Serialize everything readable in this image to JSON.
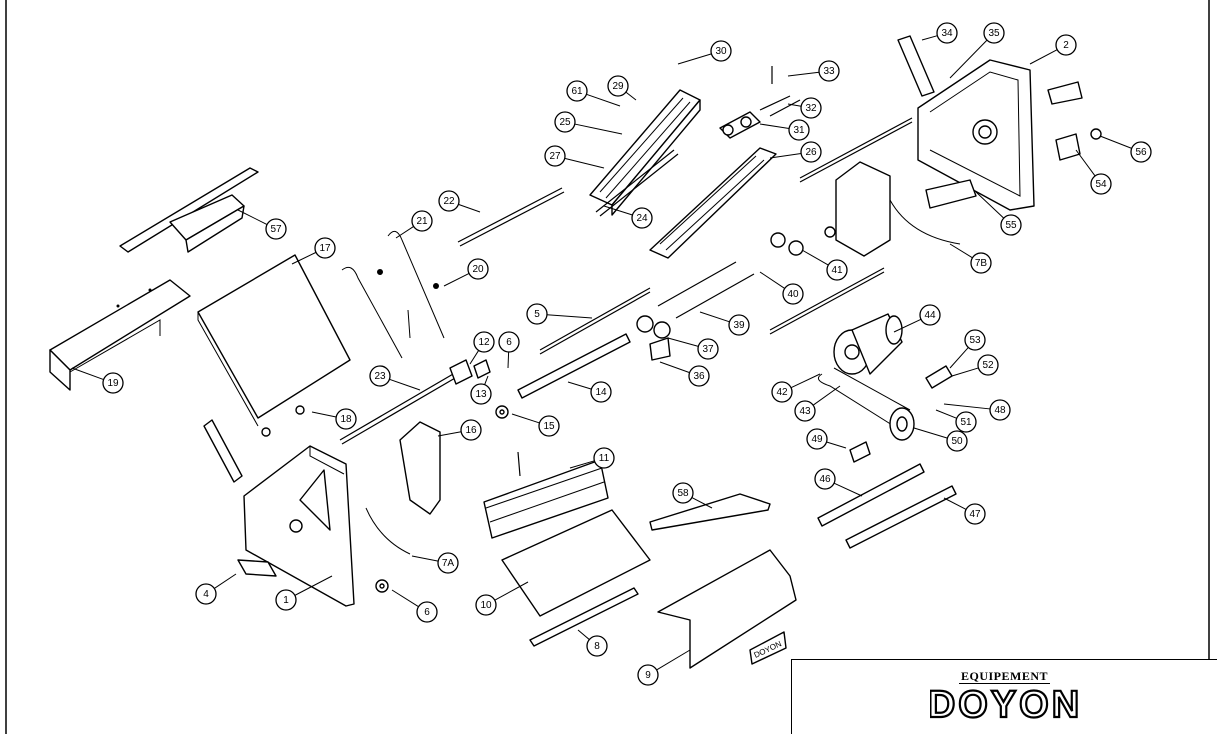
{
  "callouts": [
    {
      "label": "30"
    },
    {
      "label": "29"
    },
    {
      "label": "61"
    },
    {
      "label": "25"
    },
    {
      "label": "27"
    },
    {
      "label": "24"
    },
    {
      "label": "26"
    },
    {
      "label": "33"
    },
    {
      "label": "32"
    },
    {
      "label": "31"
    },
    {
      "label": "34"
    },
    {
      "label": "35"
    },
    {
      "label": "2"
    },
    {
      "label": "56"
    },
    {
      "label": "54"
    },
    {
      "label": "55"
    },
    {
      "label": "7B"
    },
    {
      "label": "41"
    },
    {
      "label": "40"
    },
    {
      "label": "39"
    },
    {
      "label": "37"
    },
    {
      "label": "36"
    },
    {
      "label": "44"
    },
    {
      "label": "53"
    },
    {
      "label": "52"
    },
    {
      "label": "42"
    },
    {
      "label": "43"
    },
    {
      "label": "48"
    },
    {
      "label": "51"
    },
    {
      "label": "50"
    },
    {
      "label": "49"
    },
    {
      "label": "46"
    },
    {
      "label": "47"
    },
    {
      "label": "57"
    },
    {
      "label": "22"
    },
    {
      "label": "21"
    },
    {
      "label": "20"
    },
    {
      "label": "17"
    },
    {
      "label": "19"
    },
    {
      "label": "5"
    },
    {
      "label": "12"
    },
    {
      "label": "6"
    },
    {
      "label": "23"
    },
    {
      "label": "13"
    },
    {
      "label": "14"
    },
    {
      "label": "18"
    },
    {
      "label": "15"
    },
    {
      "label": "16"
    },
    {
      "label": "11"
    },
    {
      "label": "58"
    },
    {
      "label": "7A"
    },
    {
      "label": "4"
    },
    {
      "label": "1"
    },
    {
      "label": "6"
    },
    {
      "label": "10"
    },
    {
      "label": "8"
    },
    {
      "label": "9"
    }
  ],
  "nameplate_text": "DOYON",
  "title_block": {
    "equipment_label": "EQUIPEMENT",
    "brand": "DOYON"
  }
}
